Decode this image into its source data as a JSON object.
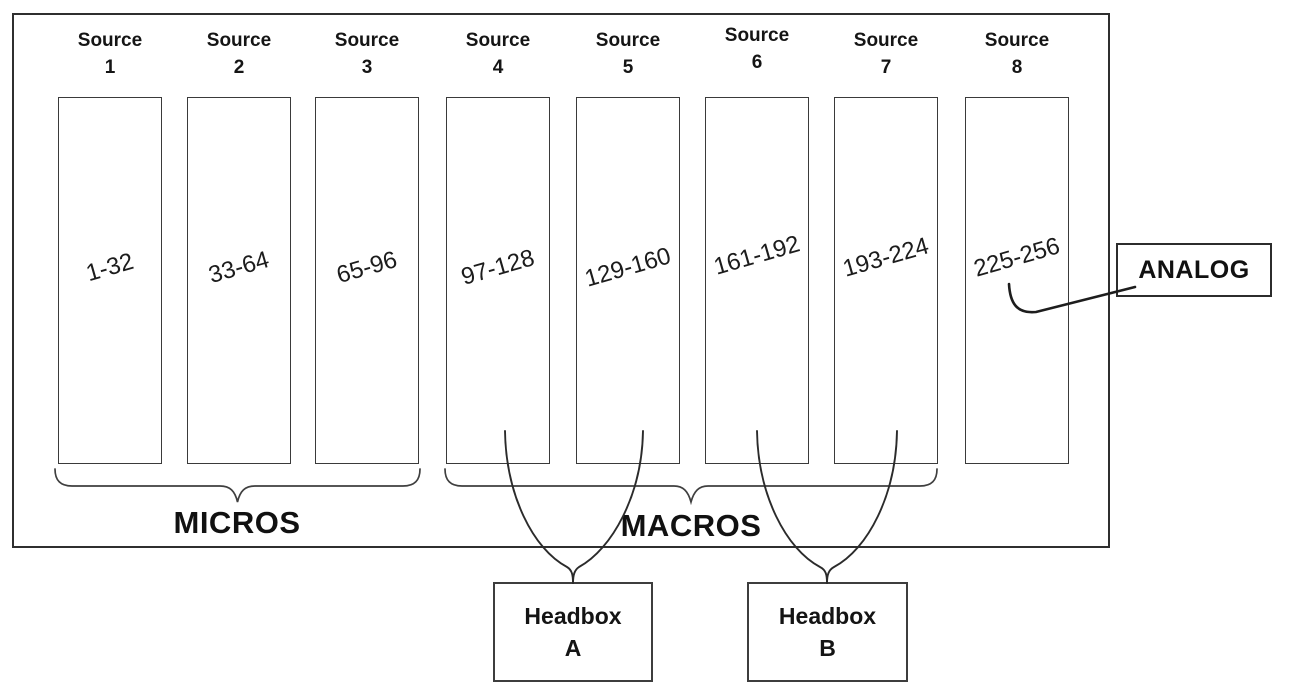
{
  "diagram": {
    "sources": [
      {
        "name": "Source",
        "number": "1",
        "range": "1-32"
      },
      {
        "name": "Source",
        "number": "2",
        "range": "33-64"
      },
      {
        "name": "Source",
        "number": "3",
        "range": "65-96"
      },
      {
        "name": "Source",
        "number": "4",
        "range": "97-128"
      },
      {
        "name": "Source",
        "number": "5",
        "range": "129-160"
      },
      {
        "name": "Source",
        "number": "6",
        "range": "161-192"
      },
      {
        "name": "Source",
        "number": "7",
        "range": "193-224"
      },
      {
        "name": "Source",
        "number": "8",
        "range": "225-256"
      }
    ],
    "groups": {
      "micros": "MICROS",
      "macros": "MACROS"
    },
    "headboxes": [
      {
        "title": "Headbox",
        "id": "A"
      },
      {
        "title": "Headbox",
        "id": "B"
      }
    ],
    "analog": {
      "label": "ANALOG"
    },
    "colors": {
      "background": "#ffffff",
      "line": "#2b2b2b",
      "brace": "#3f3f3f",
      "text": "#111111"
    }
  }
}
